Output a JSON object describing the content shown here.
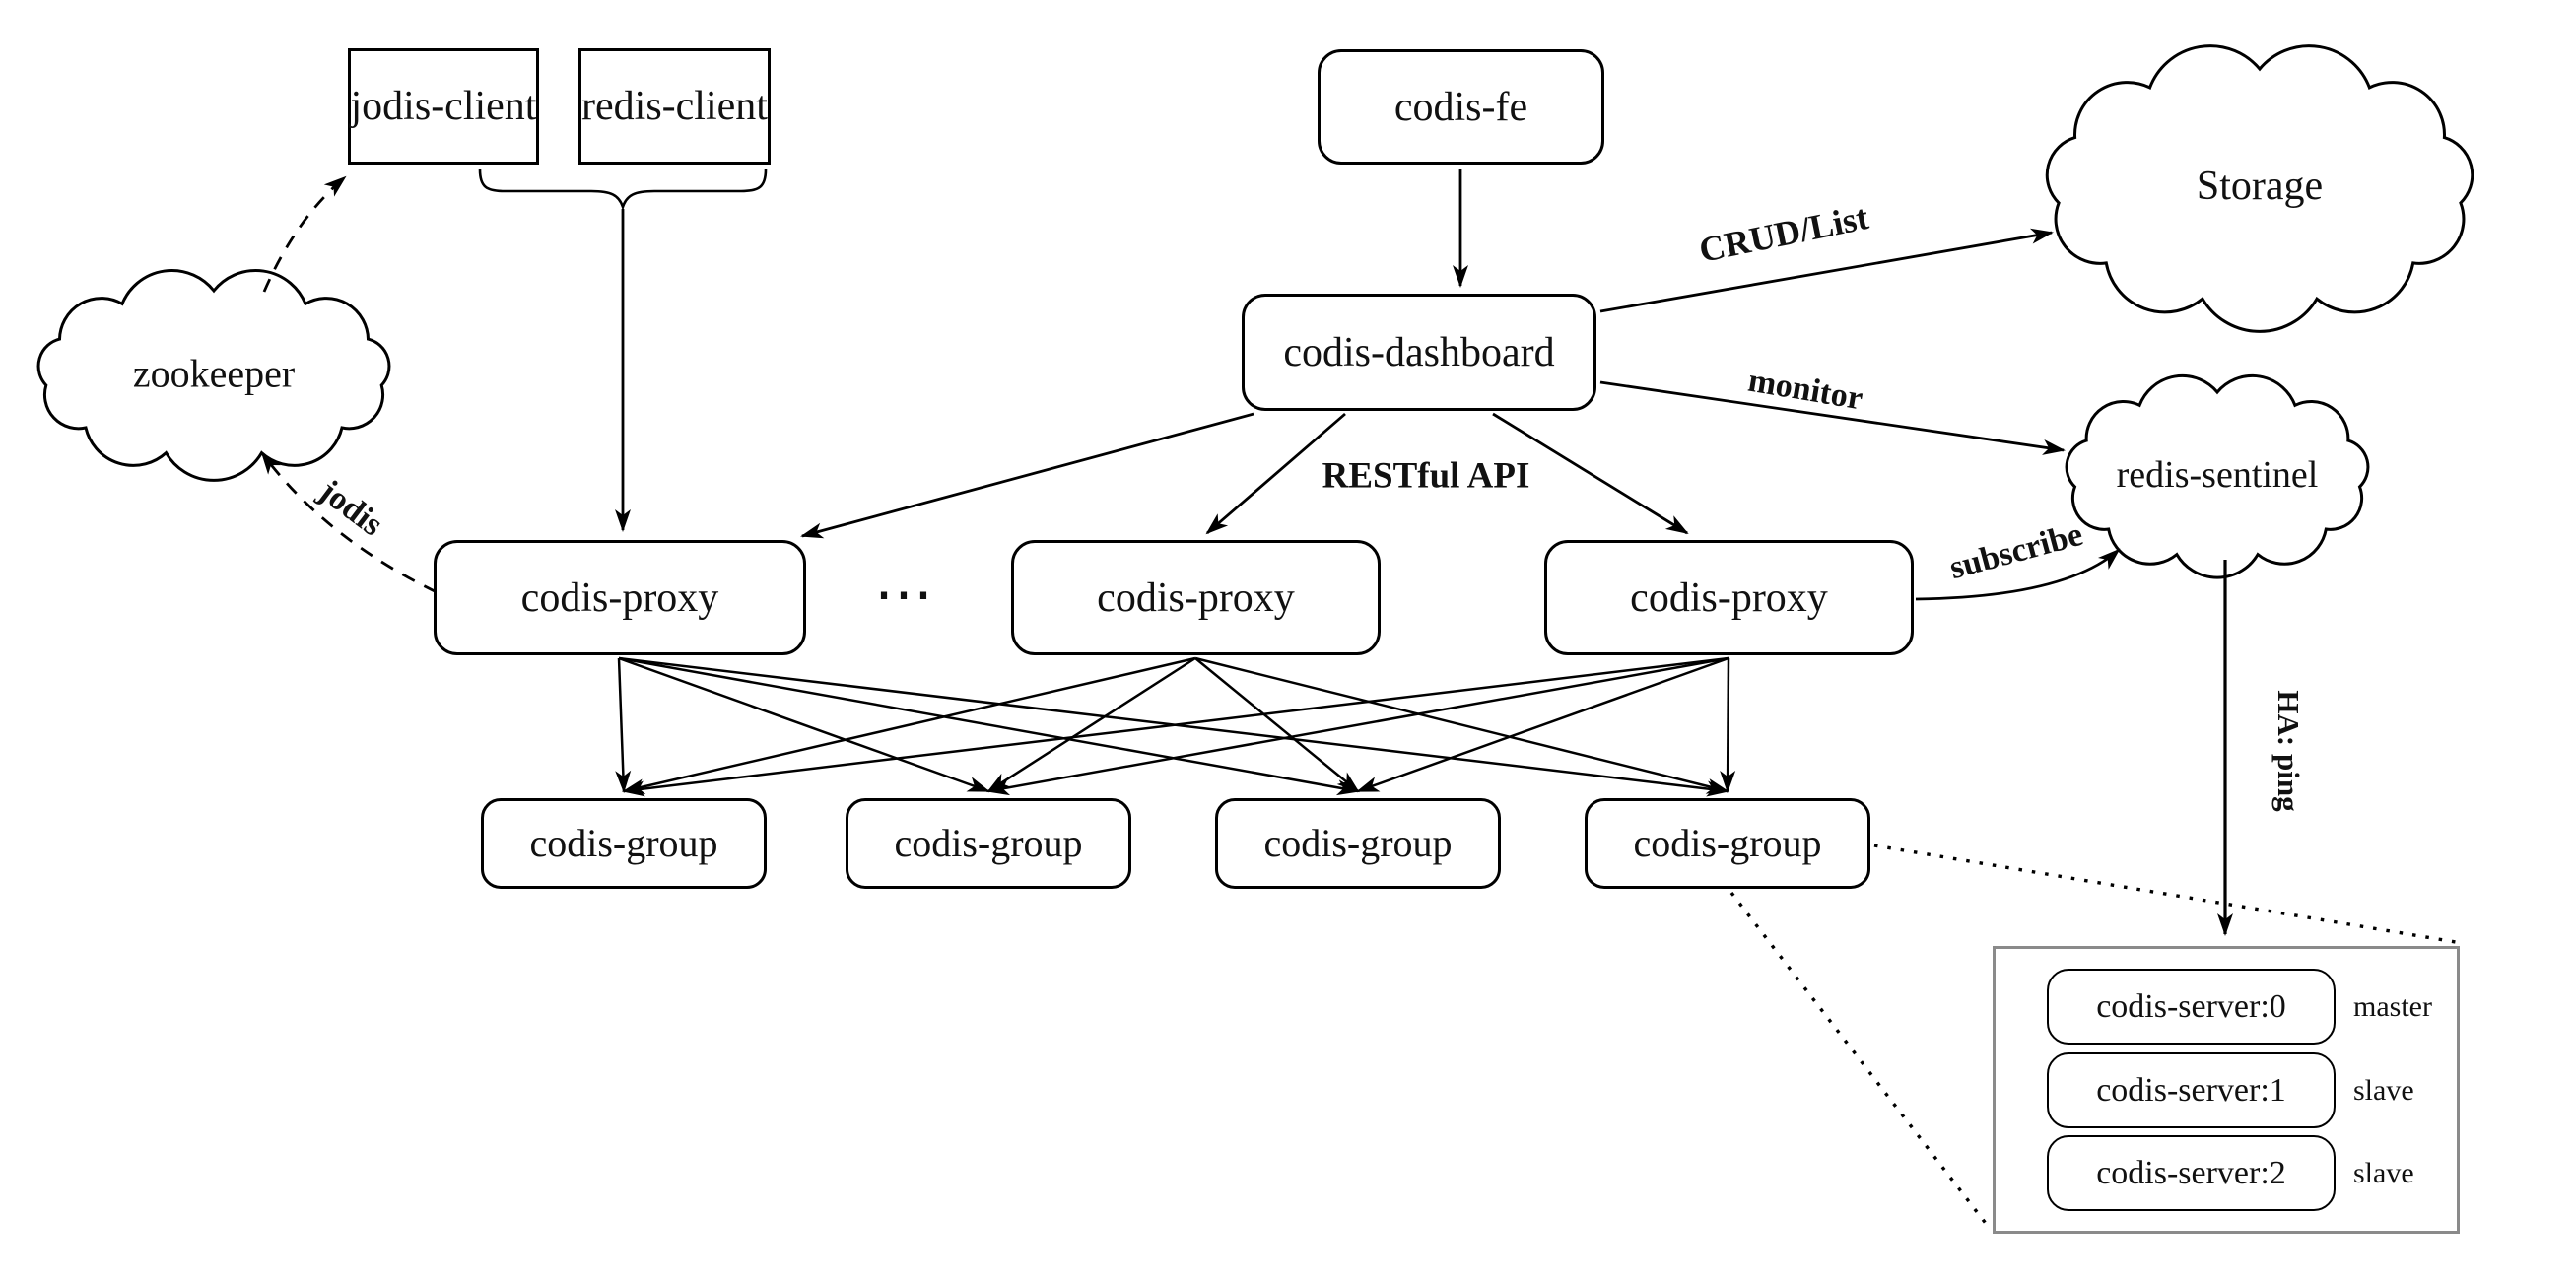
{
  "canvas": {
    "bg": "#ffffff",
    "line_color": "#000000",
    "detail_border_color": "#8a8a8a"
  },
  "clients": {
    "jodis": {
      "label": "jodis-client"
    },
    "redis": {
      "label": "redis-client"
    }
  },
  "frontend": {
    "label": "codis-fe"
  },
  "dashboard": {
    "label": "codis-dashboard"
  },
  "proxies": {
    "p1": {
      "label": "codis-proxy"
    },
    "p2": {
      "label": "codis-proxy"
    },
    "p3": {
      "label": "codis-proxy"
    },
    "ellipsis": "⋯"
  },
  "groups": {
    "g1": {
      "label": "codis-group"
    },
    "g2": {
      "label": "codis-group"
    },
    "g3": {
      "label": "codis-group"
    },
    "g4": {
      "label": "codis-group"
    }
  },
  "clouds": {
    "zookeeper": {
      "label": "zookeeper"
    },
    "storage": {
      "label": "Storage"
    },
    "sentinel": {
      "label": "redis-sentinel"
    }
  },
  "servers": {
    "s0": {
      "label": "codis-server:0",
      "role": "master"
    },
    "s1": {
      "label": "codis-server:1",
      "role": "slave"
    },
    "s2": {
      "label": "codis-server:2",
      "role": "slave"
    }
  },
  "edge_labels": {
    "crud": "CRUD/List",
    "monitor": "monitor",
    "restful": "RESTful API",
    "subscribe": "subscribe",
    "jodis": "jodis",
    "ha_ping": "HA: ping"
  }
}
